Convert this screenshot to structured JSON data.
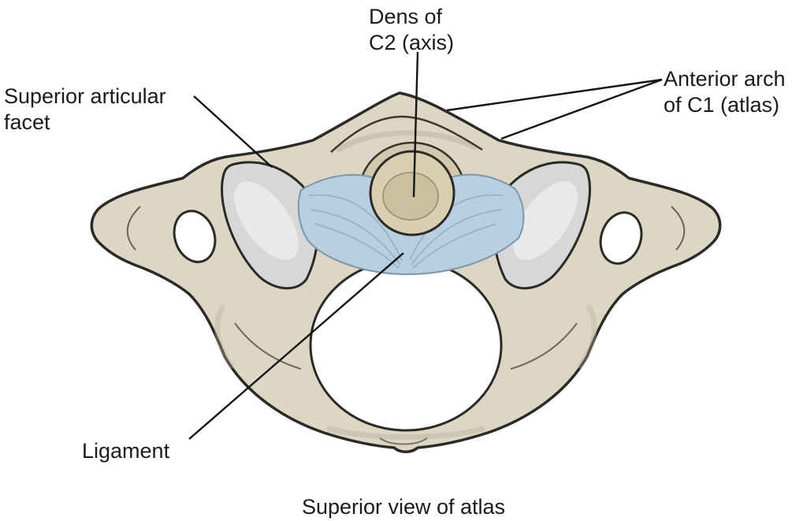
{
  "figure": {
    "caption": "Superior view of atlas",
    "labels": {
      "dens": "Dens of\nC2 (axis)",
      "superior_articular_facet": "Superior articular\nfacet",
      "anterior_arch": "Anterior arch\nof C1 (atlas)",
      "ligament": "Ligament"
    },
    "colors": {
      "bone": "#ded6c4",
      "bone_shadow": "#d2c8ad",
      "facet": "#d7d7d9",
      "facet_highlight": "#e9e9ec",
      "ligament": "#b9cede",
      "ligament_fiber": "#8fafc2",
      "dens": "#d8cfb2",
      "dens_inner": "#cbbf9e",
      "foramen": "#ffffff",
      "outline": "#2b2a26",
      "label_text": "#1b1b1b"
    }
  }
}
